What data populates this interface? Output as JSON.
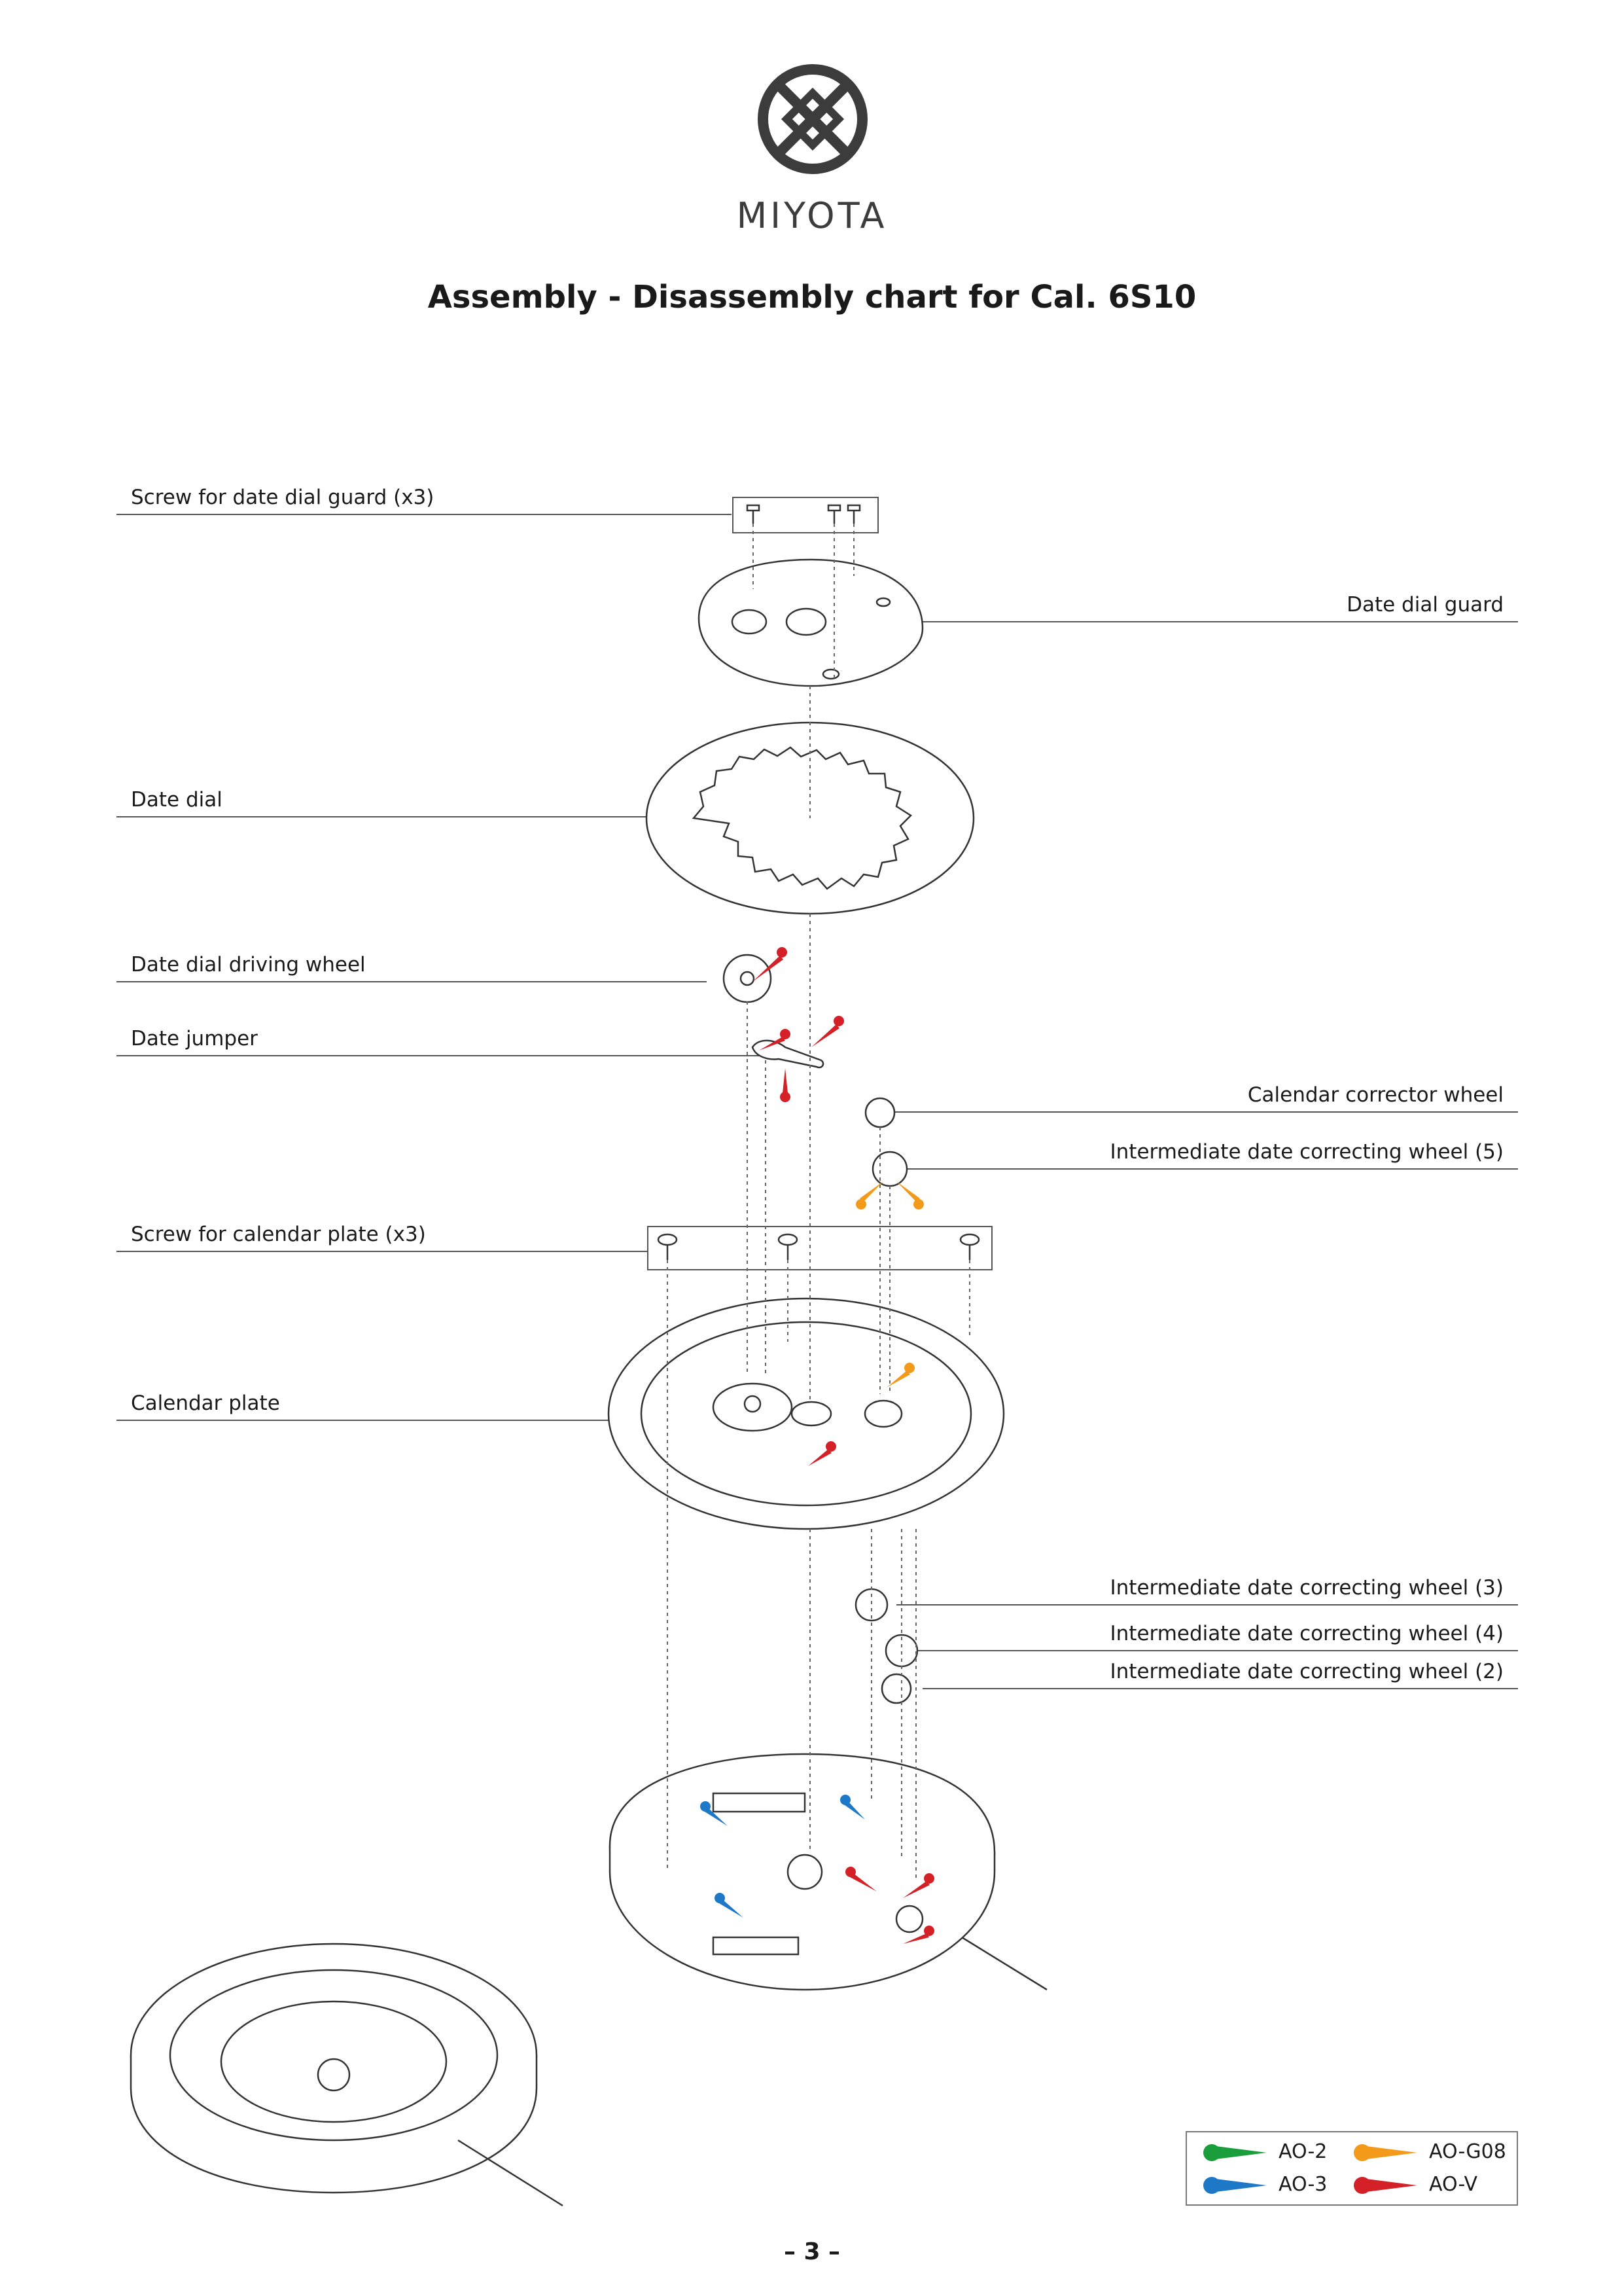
{
  "brand": {
    "name": "MIYOTA"
  },
  "title": "Assembly - Disassembly chart for Cal. 6S10",
  "labels": {
    "screw_date_dial_guard": "Screw for date dial guard (x3)",
    "date_dial_guard": "Date dial guard",
    "date_dial": "Date dial",
    "date_dial_driving_wheel": "Date dial driving wheel",
    "date_jumper": "Date jumper",
    "calendar_corrector_wheel": "Calendar corrector wheel",
    "intermediate_5": "Intermediate date correcting wheel (5)",
    "screw_calendar_plate": "Screw for calendar plate (x3)",
    "calendar_plate": "Calendar plate",
    "intermediate_3": "Intermediate date correcting wheel (3)",
    "intermediate_4": "Intermediate date correcting wheel (4)",
    "intermediate_2": "Intermediate date correcting wheel (2)"
  },
  "legend": [
    {
      "label": "AO-2",
      "color": "#1a9e3c"
    },
    {
      "label": "AO-G08",
      "color": "#f39a1b"
    },
    {
      "label": "AO-3",
      "color": "#1e78c8"
    },
    {
      "label": "AO-V",
      "color": "#d42027"
    }
  ],
  "page_number": "– 3 –"
}
